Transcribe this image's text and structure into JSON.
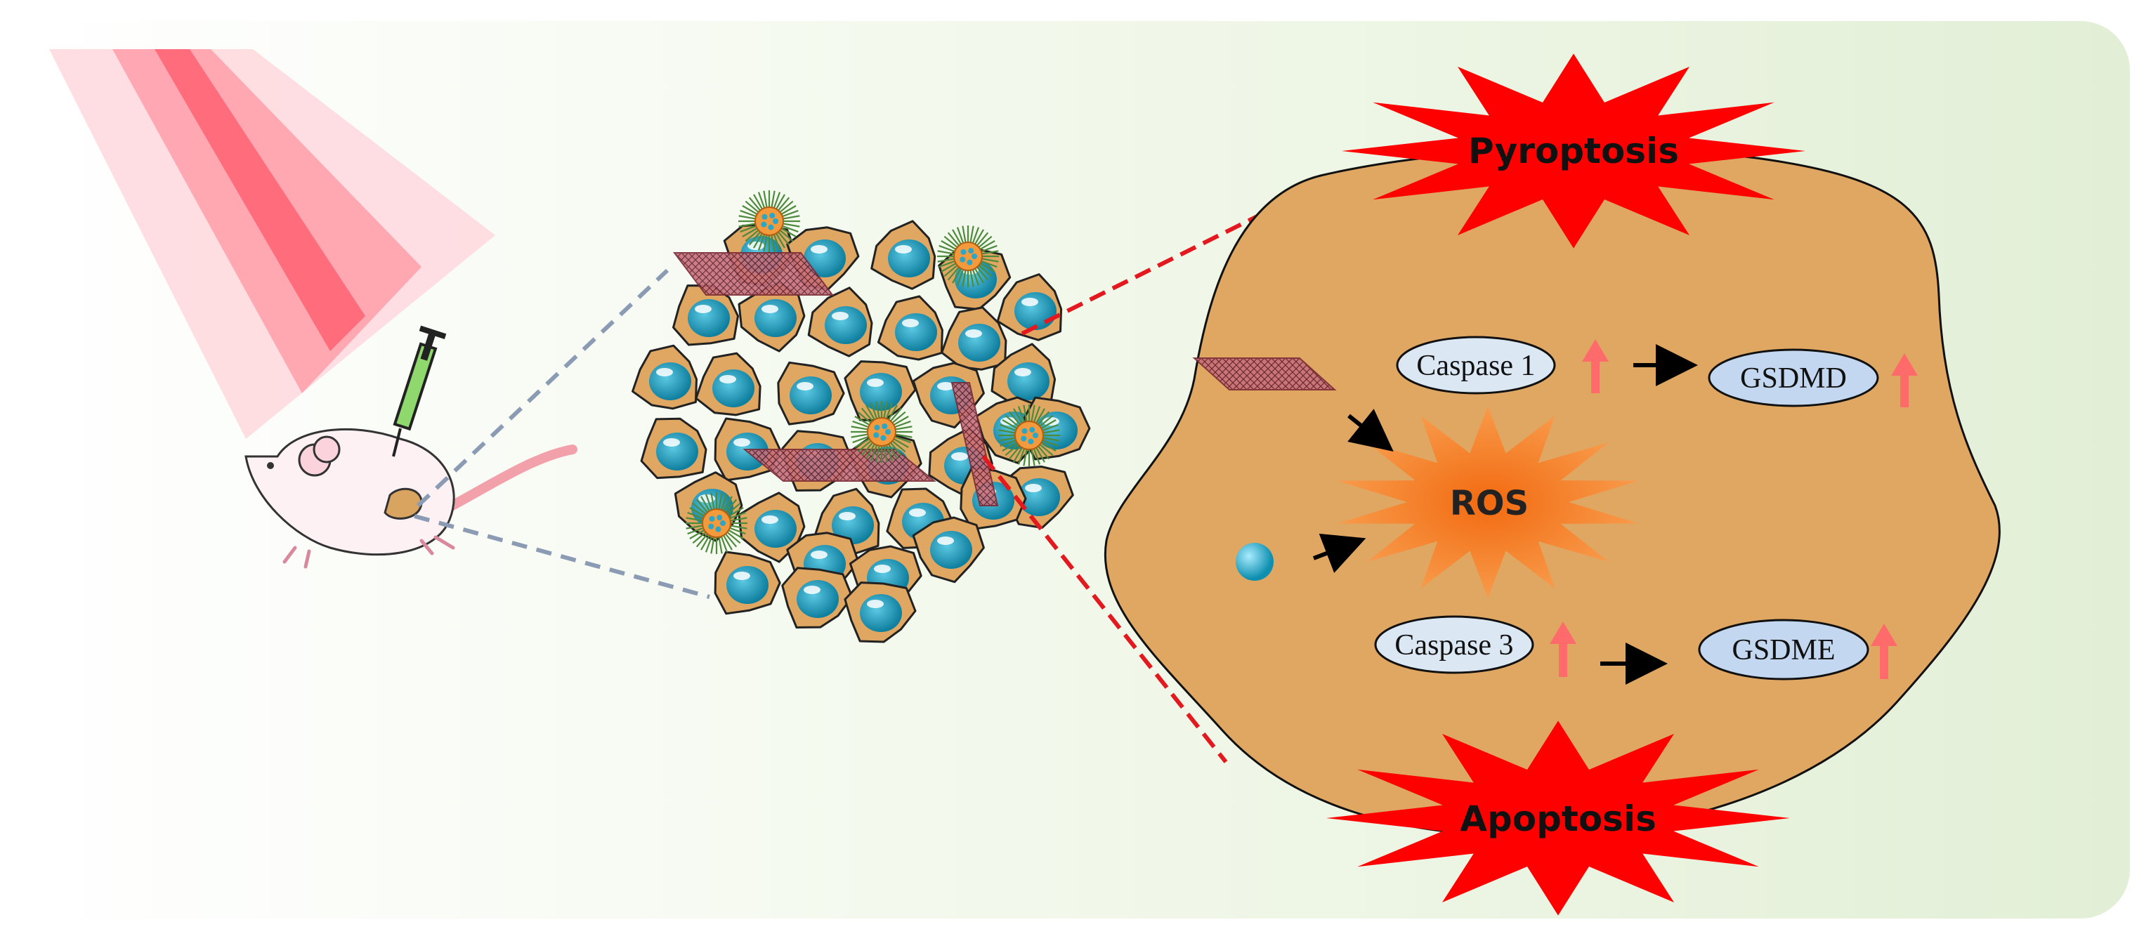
{
  "labels": {
    "pyroptosis": "Pyroptosis",
    "apoptosis": "Apoptosis",
    "ros": "ROS",
    "caspase1": "Caspase 1",
    "caspase3": "Caspase 3",
    "gsdmd": "GSDMD",
    "gsdme": "GSDME"
  },
  "colors": {
    "burst_red": "#ff0000",
    "cell_fill": "#dfa762",
    "ros_orange": "#f57a25",
    "ellipse_fill": "#dce7f4",
    "up_arrow": "#ff6b6b",
    "dashed_red": "#e3191f",
    "dashed_gray": "#8a9bb3",
    "laser_red": "#ff5a6a",
    "nucleus_blue": "#1d98b5"
  },
  "icons": [
    "laser-beam",
    "syringe",
    "mouse",
    "tumor-cell-cluster",
    "nanosheet",
    "nanoparticle",
    "sphere-particle"
  ]
}
